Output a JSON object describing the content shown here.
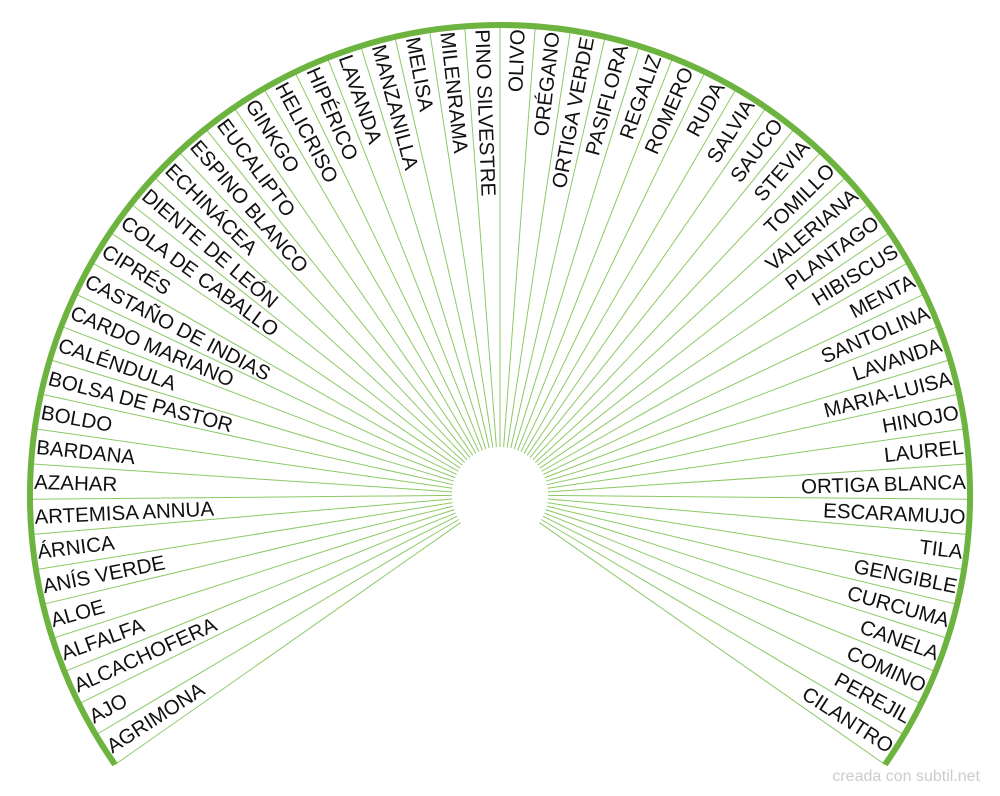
{
  "colors": {
    "arc": "#6db33f",
    "spoke": "#8cc965",
    "label": "#111111",
    "background": "#ffffff",
    "watermark": "#cccccc"
  },
  "segments": [
    "AGRIMONA",
    "AJO",
    "ALCACHOFERA",
    "ALFALFA",
    "ALOE",
    "ANÍS VERDE",
    "ÁRNICA",
    "ARTEMISA ANNUA",
    "AZAHAR",
    "BARDANA",
    "BOLDO",
    "BOLSA DE PASTOR",
    "CALÉNDULA",
    "CARDO MARIANO",
    "CASTAÑO DE INDIAS",
    "CIPRÉS",
    "COLA DE CABALLO",
    "DIENTE DE LEÓN",
    "ECHINÁCEA",
    "ESPINO BLANCO",
    "EUCALIPTO",
    "GINKGO",
    "HELICRISO",
    "HIPÉRICO",
    "LAVANDA",
    "MANZANILLA",
    "MELISA",
    "MILENRAMA",
    "PINO SILVESTRE",
    "OLIVO",
    "ORÉGANO",
    "ORTIGA VERDE",
    "PASIFLORA",
    "REGALIZ",
    "ROMERO",
    "RUDA",
    "SALVIA",
    "SAUCO",
    "STEVIA",
    "TOMILLO",
    "VALERIANA",
    "PLANTAGO",
    "HIBISCUS",
    "MENTA",
    "SANTOLINA",
    "LAVANDA",
    "MARIA-LUISA",
    "HINOJO",
    "LAUREL",
    "ORTIGA BLANCA",
    "ESCARAMUJO",
    "TILA",
    "GENGIBLE",
    "CURCUMA",
    "CANELA",
    "COMINO",
    "PEREJIL",
    "CILANTRO"
  ],
  "watermark": "creada con subtil.net"
}
